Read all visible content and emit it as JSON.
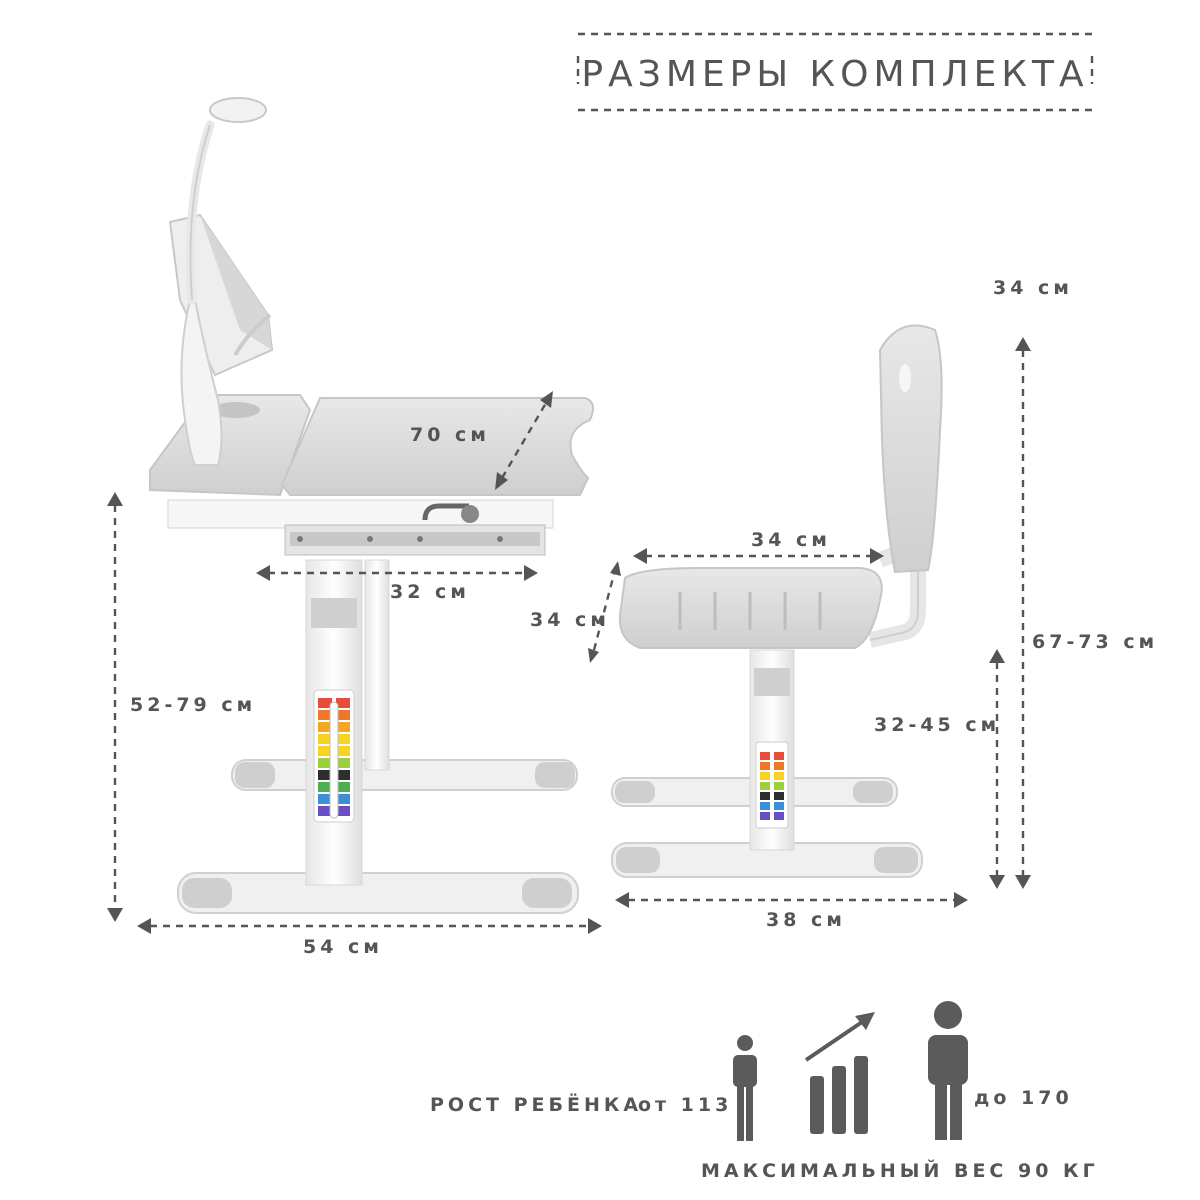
{
  "title": "РАЗМЕРЫ КОМПЛЕКТА",
  "dimensions": {
    "desk_top_depth": "70 см",
    "drawer_width": "32 см",
    "desk_height": "52-79 см",
    "desk_base_width": "54 см",
    "chair_backrest_width": "34 см",
    "seat_width": "34 см",
    "seat_depth": "34 см",
    "seat_height": "32-45 см",
    "chair_height": "67-73 см",
    "chair_base_width": "38 см"
  },
  "info": {
    "child_height_label": "РОСТ РЕБЁНКА",
    "height_from": "от 113",
    "height_to": "до 170",
    "max_weight": "МАКСИМАЛЬНЫЙ ВЕС 90 КГ"
  },
  "icons": [
    "person-small-icon",
    "growth-bars-icon",
    "person-large-icon"
  ],
  "colors": {
    "text": "#555555",
    "furniture": "#dcdcdc",
    "frame": "#ffffff",
    "scale": [
      "#e84c3d",
      "#f0772a",
      "#f5a623",
      "#f8d322",
      "#9bcf3b",
      "#2e2e2e",
      "#4caf50",
      "#3b8fd9",
      "#6a4fc4"
    ]
  }
}
